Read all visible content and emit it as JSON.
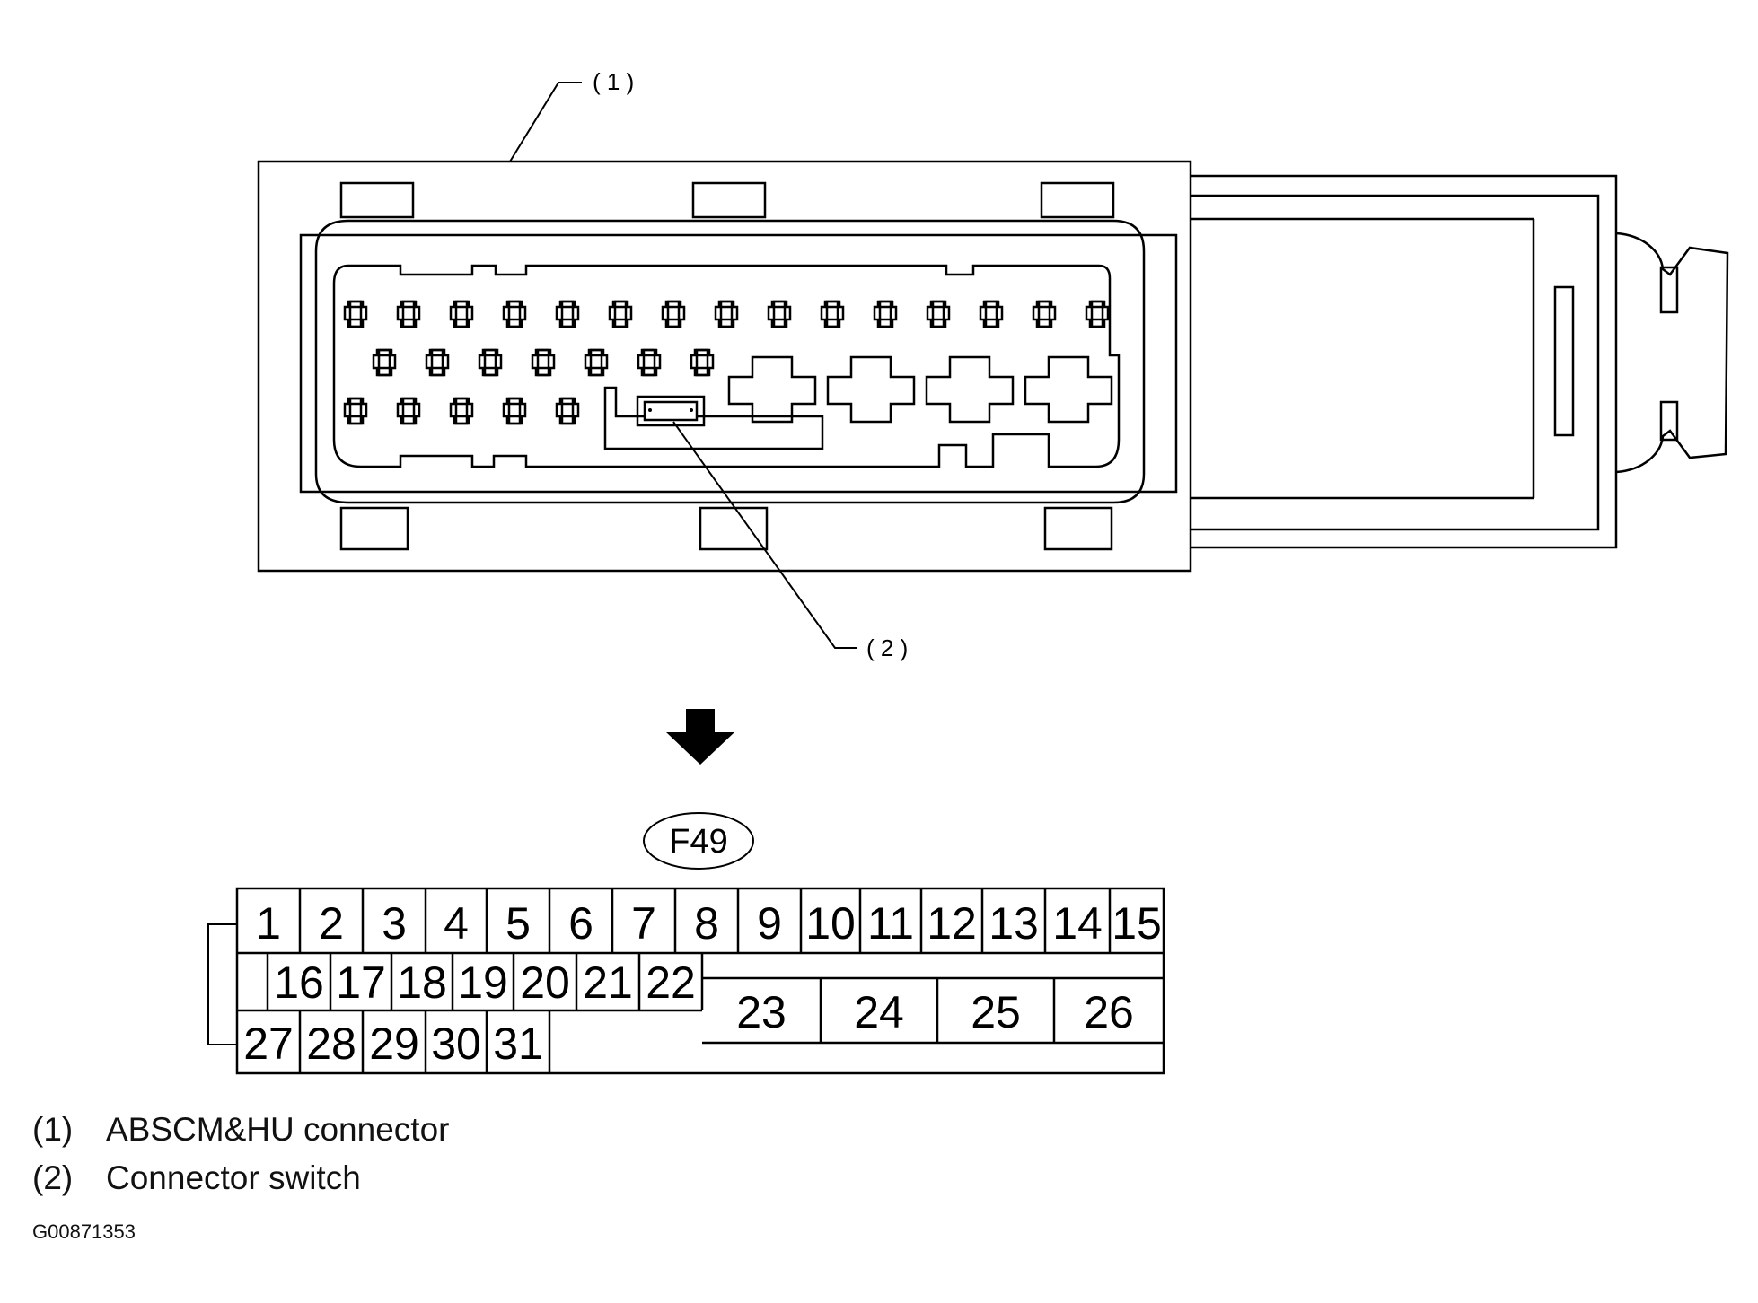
{
  "callouts": {
    "c1": "( 1 )",
    "c2": "( 2 )"
  },
  "connector_id": "F49",
  "pinout": {
    "row1": [
      "1",
      "2",
      "3",
      "4",
      "5",
      "6",
      "7",
      "8",
      "9",
      "10",
      "11",
      "12",
      "13",
      "14",
      "15"
    ],
    "row2": [
      "16",
      "17",
      "18",
      "19",
      "20",
      "21",
      "22"
    ],
    "row3": [
      "27",
      "28",
      "29",
      "30",
      "31"
    ],
    "large": [
      "23",
      "24",
      "25",
      "26"
    ]
  },
  "legend": [
    {
      "num": "(1)",
      "text": "ABSCM&HU connector"
    },
    {
      "num": "(2)",
      "text": "Connector switch"
    }
  ],
  "figure_id": "G00871353"
}
